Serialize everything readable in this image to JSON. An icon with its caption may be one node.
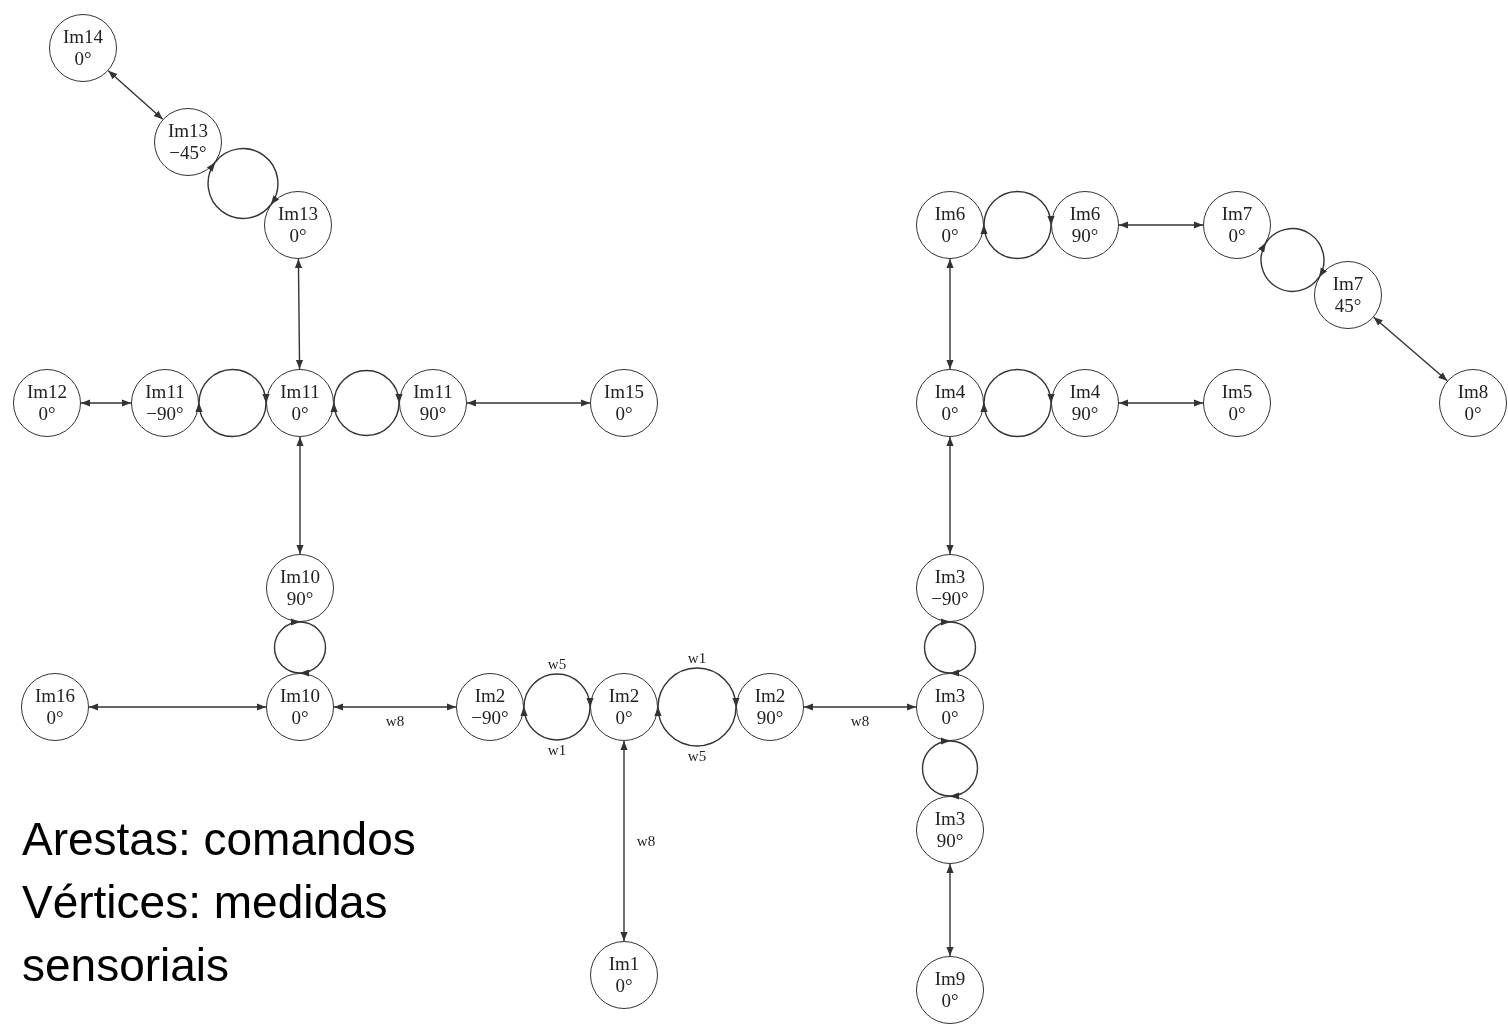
{
  "diagram": {
    "nodes": [
      {
        "text": [
          "Im14",
          "0°"
        ]
      },
      {
        "text": [
          "Im13",
          "−45°"
        ]
      },
      {
        "text": [
          "Im13",
          "0°"
        ]
      },
      {
        "text": [
          "Im6",
          "0°"
        ]
      },
      {
        "text": [
          "Im6",
          "90°"
        ]
      },
      {
        "text": [
          "Im7",
          "0°"
        ]
      },
      {
        "text": [
          "Im7",
          "45°"
        ]
      },
      {
        "text": [
          "Im12",
          "0°"
        ]
      },
      {
        "text": [
          "Im11",
          "−90°"
        ]
      },
      {
        "text": [
          "Im11",
          "0°"
        ]
      },
      {
        "text": [
          "Im11",
          "90°"
        ]
      },
      {
        "text": [
          "Im15",
          "0°"
        ]
      },
      {
        "text": [
          "Im4",
          "0°"
        ]
      },
      {
        "text": [
          "Im4",
          "90°"
        ]
      },
      {
        "text": [
          "Im5",
          "0°"
        ]
      },
      {
        "text": [
          "Im8",
          "0°"
        ]
      },
      {
        "text": [
          "Im10",
          "90°"
        ]
      },
      {
        "text": [
          "Im3",
          "−90°"
        ]
      },
      {
        "text": [
          "Im16",
          "0°"
        ]
      },
      {
        "text": [
          "Im10",
          "0°"
        ]
      },
      {
        "text": [
          "Im2",
          "−90°"
        ]
      },
      {
        "text": [
          "Im2",
          "0°"
        ]
      },
      {
        "text": [
          "Im2",
          "90°"
        ]
      },
      {
        "text": [
          "Im3",
          "0°"
        ]
      },
      {
        "text": [
          "Im3",
          "90°"
        ]
      },
      {
        "text": [
          "Im1",
          "0°"
        ]
      },
      {
        "text": [
          "Im9",
          "0°"
        ]
      }
    ],
    "edges": [
      {
        "from": 0,
        "to": 1,
        "arrow": "both"
      },
      {
        "from": 1,
        "to": 2,
        "arrow": "to"
      },
      {
        "from": 2,
        "to": 1,
        "arrow": "to"
      },
      {
        "from": 2,
        "to": 9,
        "arrow": "both"
      },
      {
        "from": 3,
        "to": 4,
        "arrow": "to"
      },
      {
        "from": 4,
        "to": 3,
        "arrow": "to"
      },
      {
        "from": 4,
        "to": 5,
        "arrow": "both"
      },
      {
        "from": 5,
        "to": 6,
        "arrow": "to"
      },
      {
        "from": 6,
        "to": 5,
        "arrow": "to"
      },
      {
        "from": 6,
        "to": 15,
        "arrow": "both"
      },
      {
        "from": 7,
        "to": 8,
        "arrow": "both"
      },
      {
        "from": 8,
        "to": 9,
        "arrow": "to"
      },
      {
        "from": 9,
        "to": 8,
        "arrow": "to"
      },
      {
        "from": 9,
        "to": 10,
        "arrow": "to"
      },
      {
        "from": 10,
        "to": 9,
        "arrow": "to"
      },
      {
        "from": 10,
        "to": 11,
        "arrow": "both"
      },
      {
        "from": 12,
        "to": 13,
        "arrow": "to"
      },
      {
        "from": 13,
        "to": 12,
        "arrow": "to"
      },
      {
        "from": 13,
        "to": 14,
        "arrow": "both"
      },
      {
        "from": 3,
        "to": 12,
        "arrow": "both"
      },
      {
        "from": 9,
        "to": 16,
        "arrow": "both"
      },
      {
        "from": 12,
        "to": 17,
        "arrow": "both"
      },
      {
        "from": 16,
        "to": 19,
        "arrow": "to"
      },
      {
        "from": 19,
        "to": 16,
        "arrow": "to"
      },
      {
        "from": 17,
        "to": 23,
        "arrow": "to"
      },
      {
        "from": 23,
        "to": 17,
        "arrow": "to"
      },
      {
        "from": 18,
        "to": 19,
        "arrow": "both"
      },
      {
        "from": 19,
        "to": 20,
        "arrow": "both",
        "label": "w8"
      },
      {
        "from": 20,
        "to": 21,
        "arrow": "to",
        "label": "w5"
      },
      {
        "from": 21,
        "to": 20,
        "arrow": "to",
        "label": "w1"
      },
      {
        "from": 21,
        "to": 22,
        "arrow": "to",
        "label": "w1"
      },
      {
        "from": 22,
        "to": 21,
        "arrow": "to",
        "label": "w5"
      },
      {
        "from": 22,
        "to": 23,
        "arrow": "both",
        "label": "w8"
      },
      {
        "from": 23,
        "to": 24,
        "arrow": "to"
      },
      {
        "from": 24,
        "to": 23,
        "arrow": "to"
      },
      {
        "from": 25,
        "to": 21,
        "arrow": "both",
        "label": "w8"
      },
      {
        "from": 24,
        "to": 26,
        "arrow": "both"
      }
    ],
    "labels": [
      "Arestas: comandos",
      "Vértices: medidas sensoriais"
    ]
  }
}
